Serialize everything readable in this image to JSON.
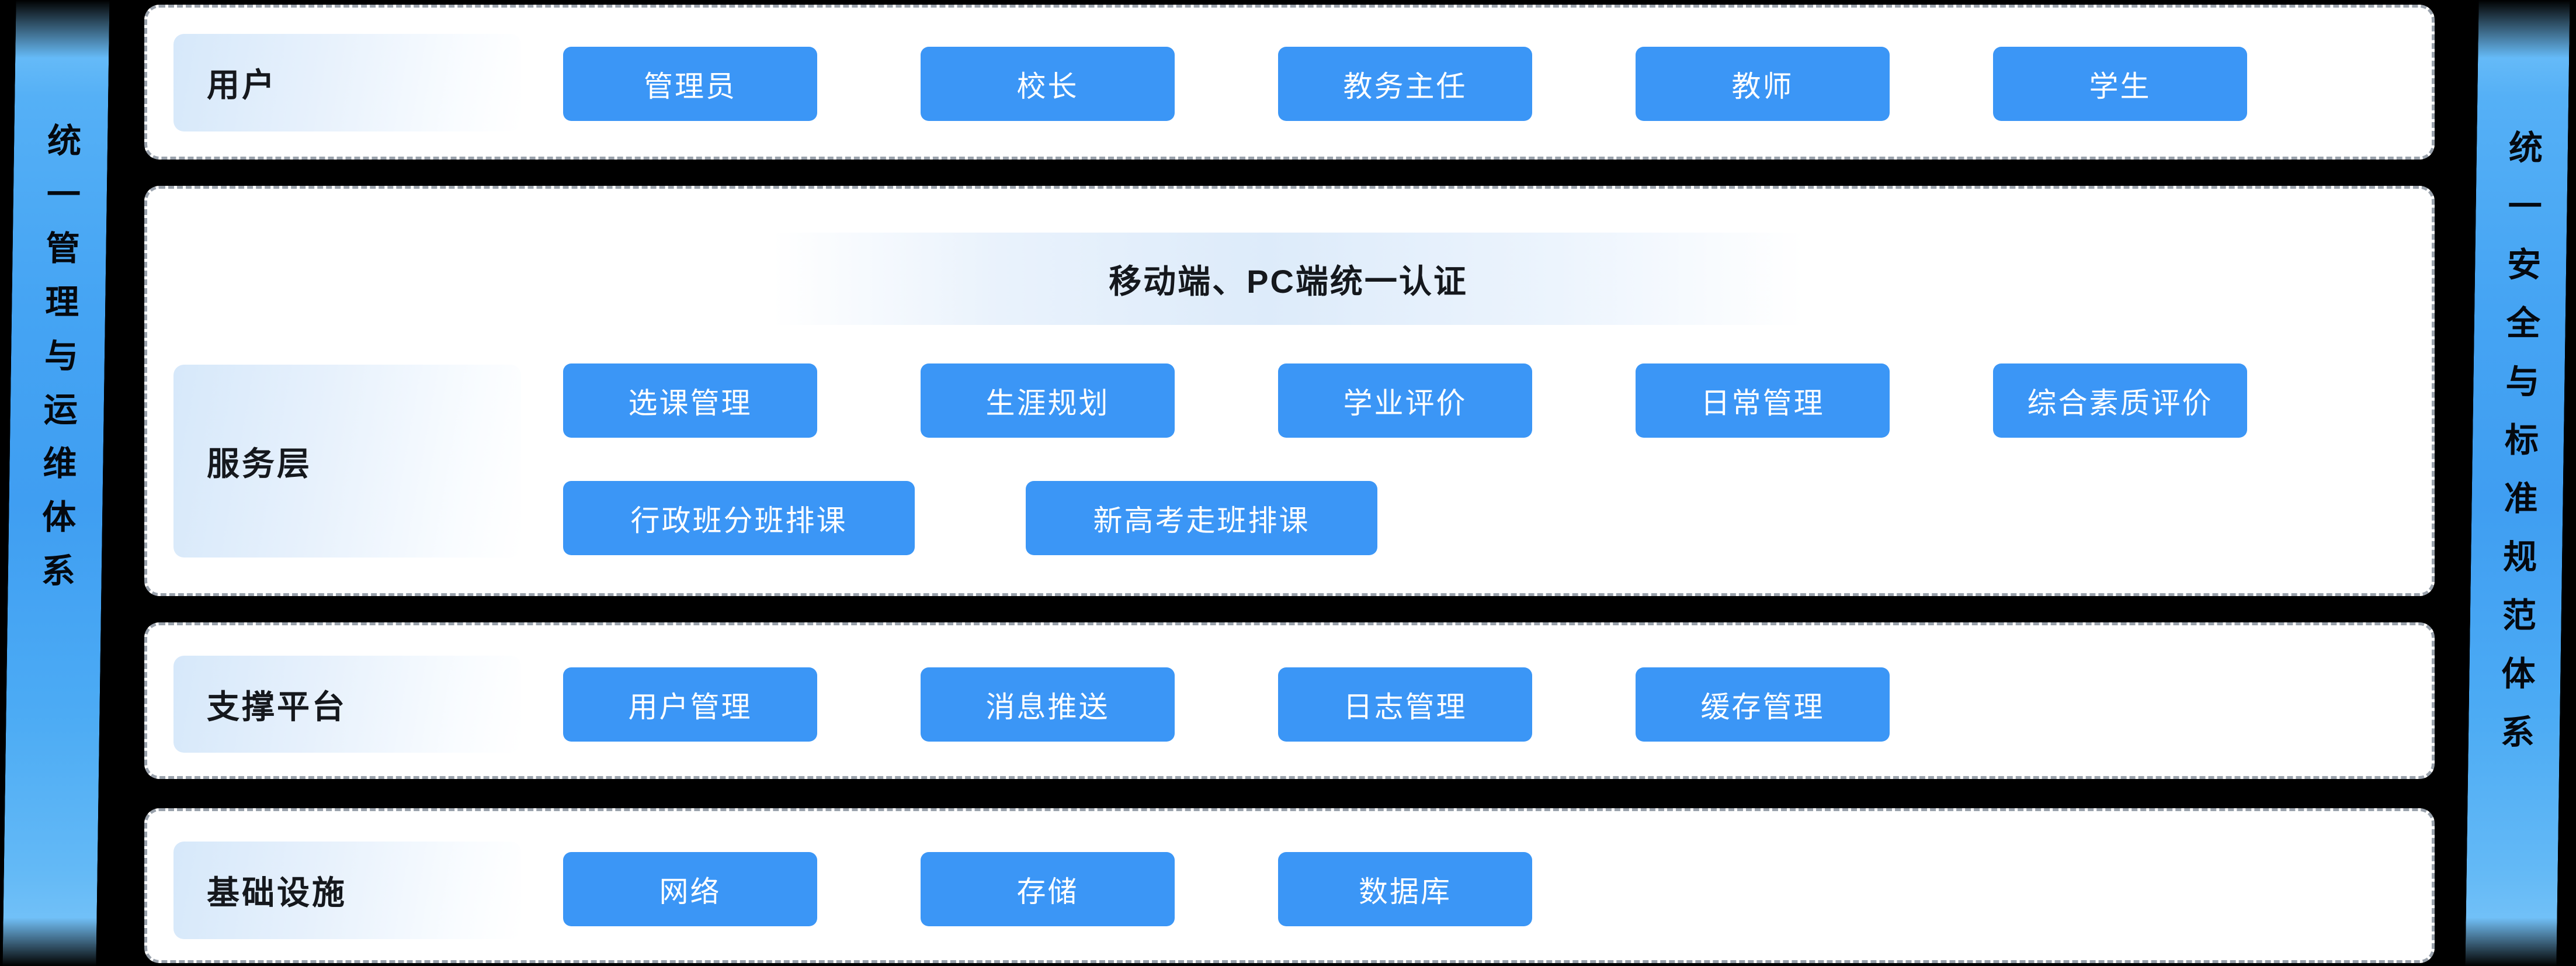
{
  "side_bands": {
    "left": "统一管理与运维体系",
    "right": "统一安全与标准规范体系"
  },
  "panels": [
    {
      "label": "用户",
      "buttons": [
        "管理员",
        "校长",
        "教务主任",
        "教师",
        "学生"
      ]
    },
    {
      "label": "服务层",
      "auth_header": "移动端、PC端统一认证",
      "buttons_row1": [
        "选课管理",
        "生涯规划",
        "学业评价",
        "日常管理",
        "综合素质评价"
      ],
      "buttons_row2": [
        "行政班分班排课",
        "新高考走班排课"
      ]
    },
    {
      "label": "支撑平台",
      "buttons": [
        "用户管理",
        "消息推送",
        "日志管理",
        "缓存管理"
      ]
    },
    {
      "label": "基础设施",
      "buttons": [
        "网络",
        "存储",
        "数据库"
      ]
    }
  ],
  "colors": {
    "chip_blue": "#3b96f6",
    "band_blue_top": "#7cc9fa",
    "band_blue_mid": "#3f9ef2",
    "band_blue_bottom": "#7ec7f9",
    "panel_bg": "#ffffff",
    "panel_border": "#9aa2ac",
    "label_gradient_blue": "#d6e8fa",
    "header_gradient_blue": "#ddebfa",
    "dark_text": "#15181d",
    "chip_text": "#ffffff"
  }
}
